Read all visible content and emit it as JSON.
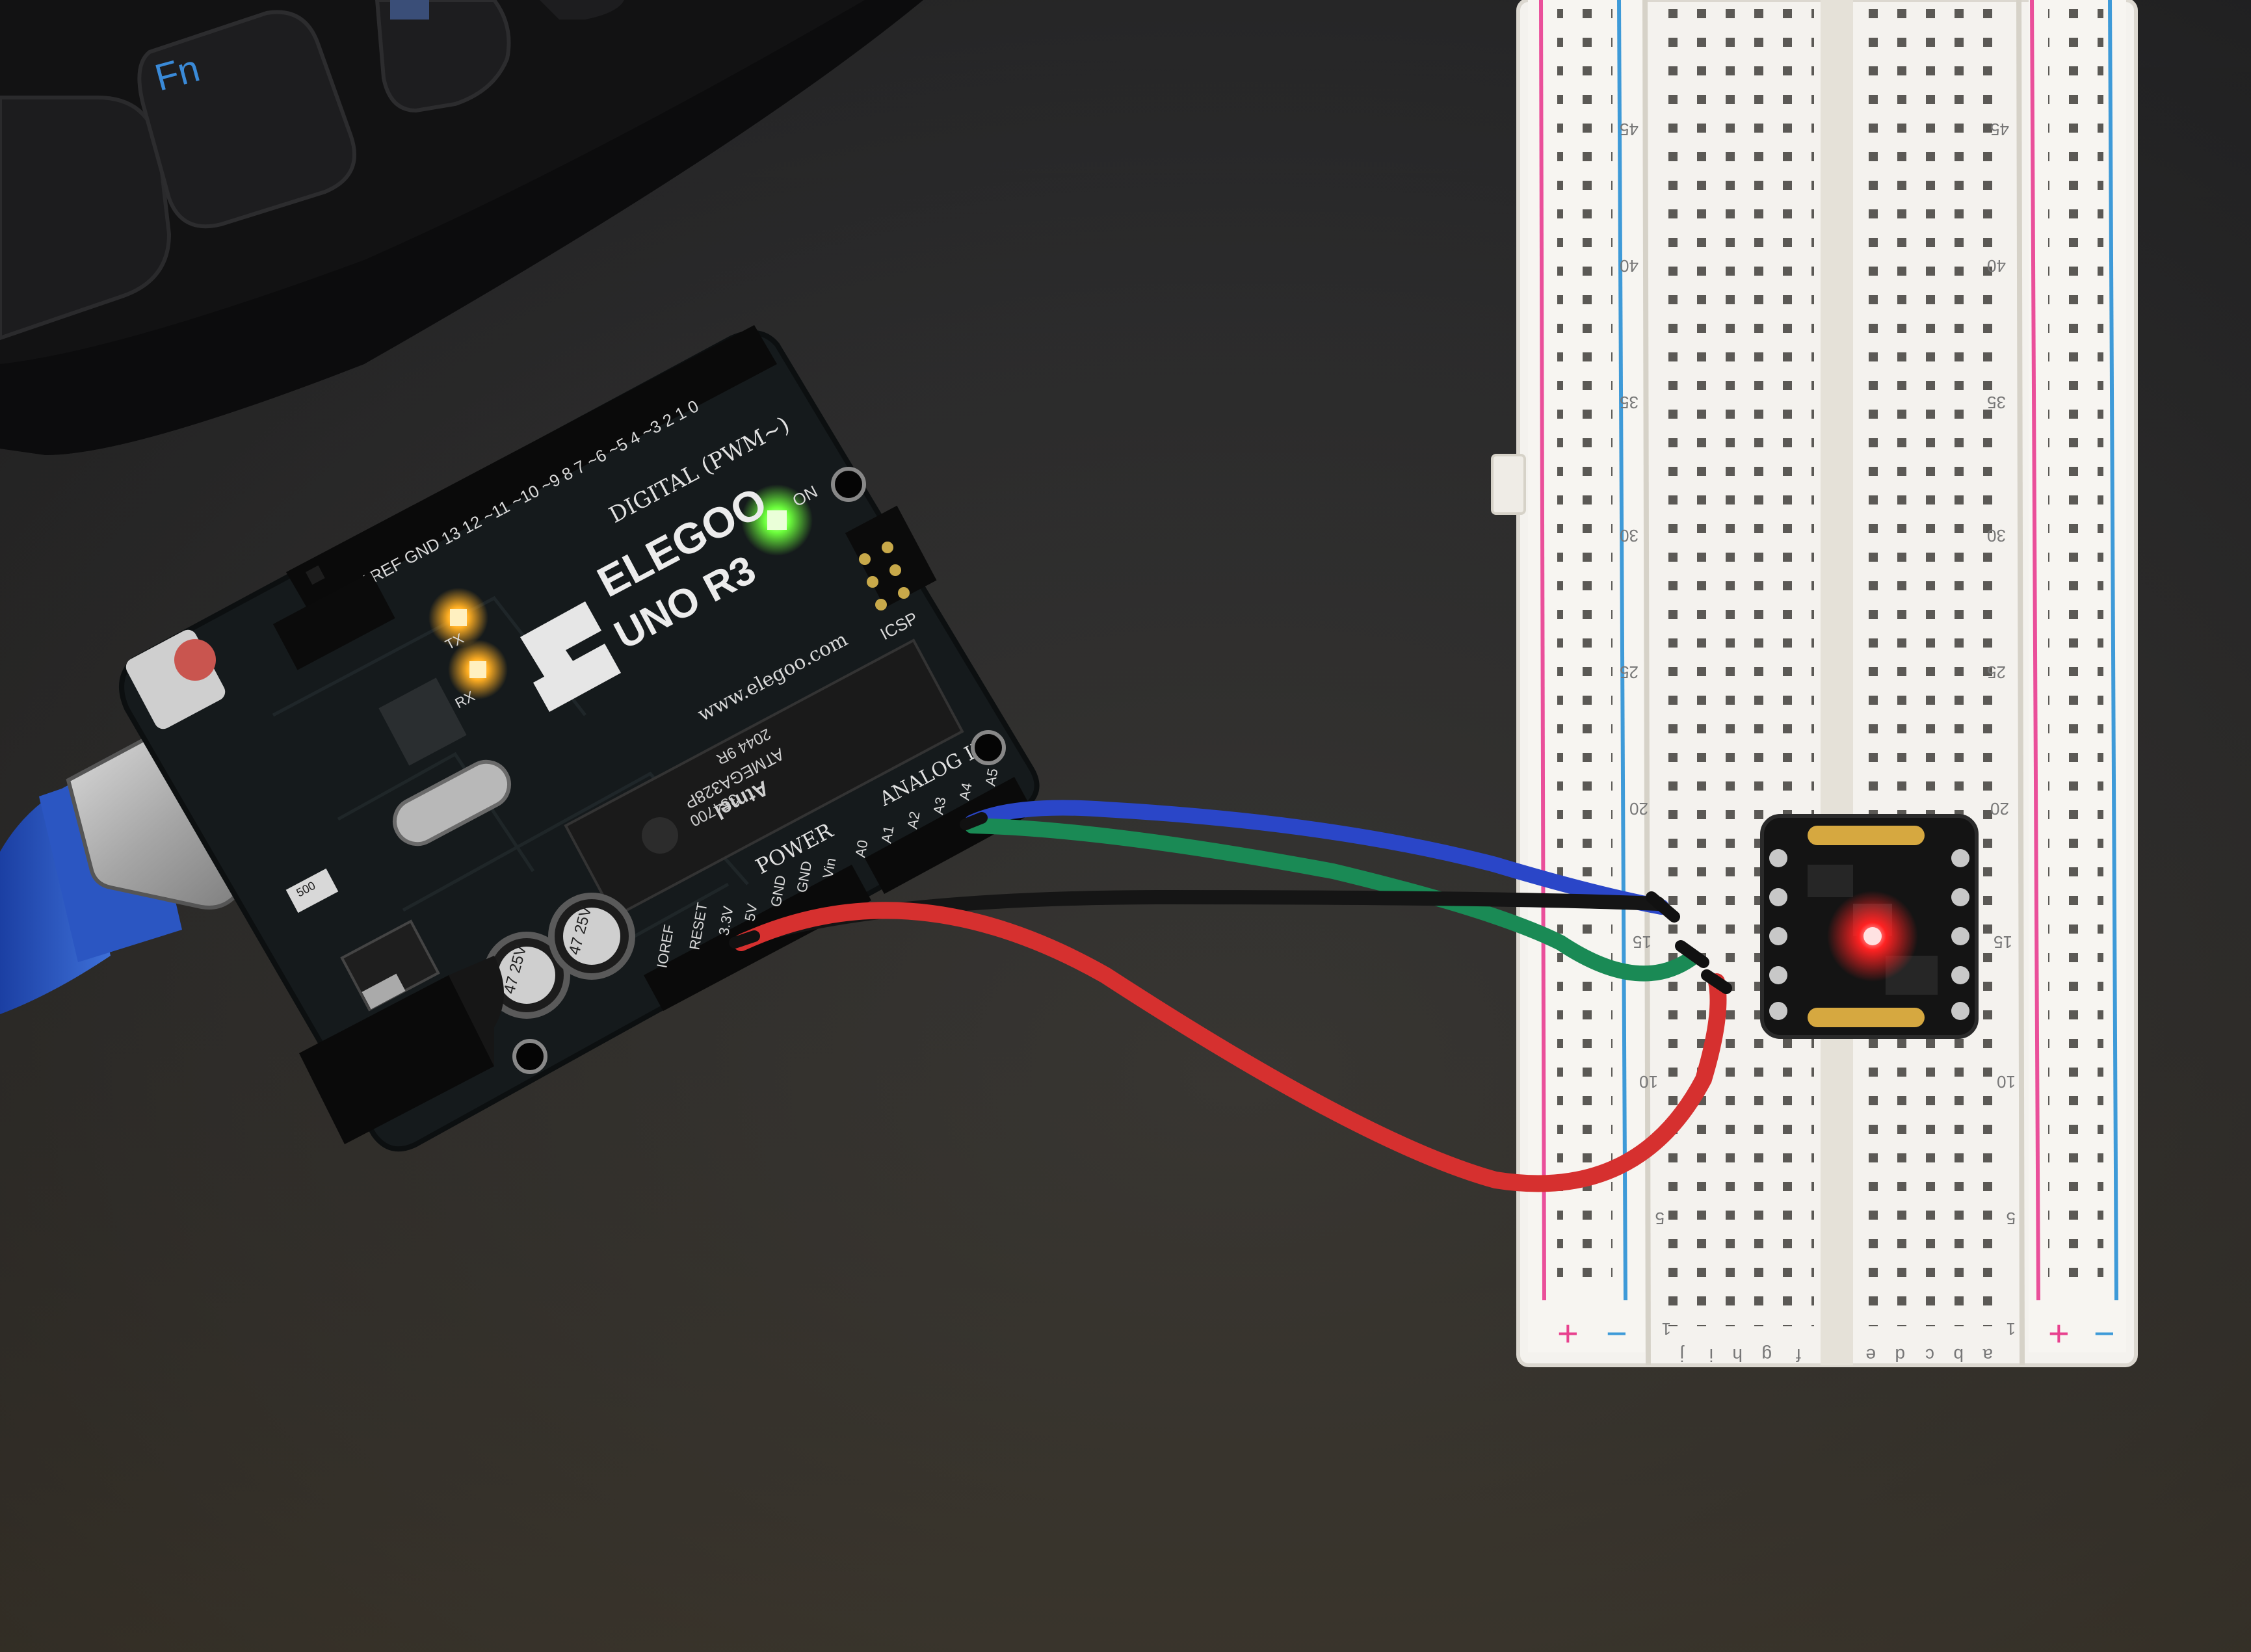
{
  "keyboard": {
    "fn_key_label": "Fn"
  },
  "arduino": {
    "brand": "ELEGOO",
    "model": "UNO R3",
    "website": "www.elegoo.com",
    "digital_header_label": "DIGITAL (PWM~)",
    "analog_header_label": "ANALOG IN",
    "power_header_label": "POWER",
    "on_led_label": "ON",
    "icsp_label": "ICSP",
    "tx_label": "TX",
    "rx_label": "RX",
    "aref_label": "AREF",
    "ioref_label": "IOREF",
    "reset_label": "RESET",
    "power_pins": [
      "3.3V",
      "5V",
      "GND",
      "GND",
      "Vin"
    ],
    "analog_pins": [
      "A0",
      "A1",
      "A2",
      "A3",
      "A4",
      "A5"
    ],
    "digital_pins": [
      "13",
      "12",
      "~11",
      "~10",
      "~9",
      "8",
      "7",
      "~6",
      "~5",
      "4",
      "~3",
      "2",
      "1",
      "0"
    ],
    "chip_brand": "Atmel",
    "chip_model": "ATMEGA328P",
    "chip_lines": [
      "2044 9R",
      "354700"
    ],
    "capacitor_label": "47 25V",
    "resistor_label": "500"
  },
  "breadboard": {
    "row_numbers": [
      "45",
      "40",
      "35",
      "30",
      "25",
      "20",
      "15",
      "10",
      "5",
      "1"
    ],
    "column_letters_left": [
      "j",
      "i",
      "h",
      "g",
      "f"
    ],
    "column_letters_right": [
      "e",
      "d",
      "c",
      "b",
      "a"
    ],
    "rail_plus": "+",
    "rail_minus": "−"
  },
  "wires": [
    {
      "name": "blue-wire",
      "color": "#2a46c8"
    },
    {
      "name": "green-wire",
      "color": "#1a8a55"
    },
    {
      "name": "black-wire",
      "color": "#151515"
    },
    {
      "name": "red-wire",
      "color": "#d6302f"
    }
  ],
  "colors": {
    "desk": "#2b2b2c",
    "board": "#151a1c",
    "breadboard": "#f4f2ee",
    "rail_red": "#ea4f9a",
    "rail_blue": "#3e9ad8",
    "led_green": "#6cff3c",
    "led_orange": "#ffb12a",
    "led_red": "#ff2a2a"
  }
}
